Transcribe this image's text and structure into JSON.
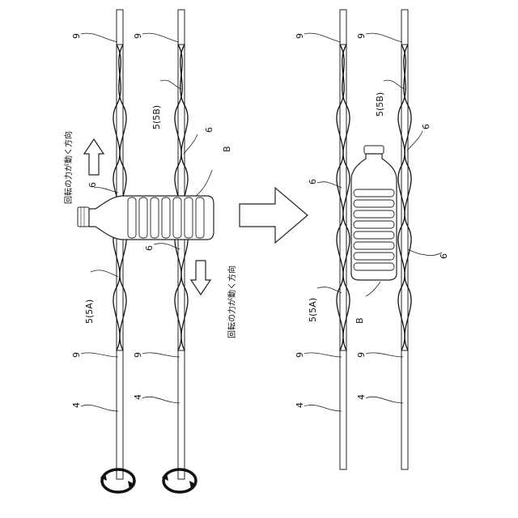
{
  "labels": {
    "shaft": "4",
    "screw_a": "5(5A)",
    "screw_b": "5(5B)",
    "wire": "6",
    "joint": "9",
    "bottle": "B"
  },
  "annotations": {
    "force_direction": "回転の力が動く方向"
  }
}
